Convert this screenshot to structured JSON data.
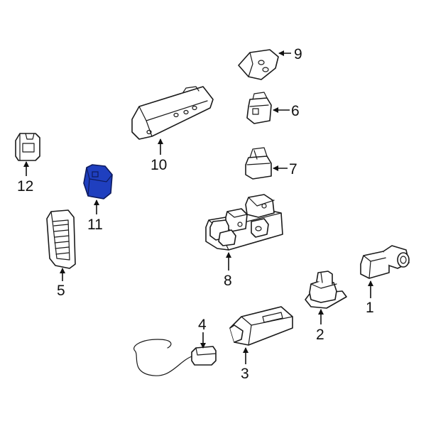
{
  "diagram": {
    "highlight_color": "#1f3fbf",
    "highlighted_part": "11",
    "callouts": [
      {
        "id": "c1",
        "label": "1"
      },
      {
        "id": "c2",
        "label": "2"
      },
      {
        "id": "c3",
        "label": "3"
      },
      {
        "id": "c4",
        "label": "4"
      },
      {
        "id": "c5",
        "label": "5"
      },
      {
        "id": "c6",
        "label": "6"
      },
      {
        "id": "c7",
        "label": "7"
      },
      {
        "id": "c8",
        "label": "8"
      },
      {
        "id": "c9",
        "label": "9"
      },
      {
        "id": "c10",
        "label": "10"
      },
      {
        "id": "c11",
        "label": "11"
      },
      {
        "id": "c12",
        "label": "12"
      }
    ]
  }
}
